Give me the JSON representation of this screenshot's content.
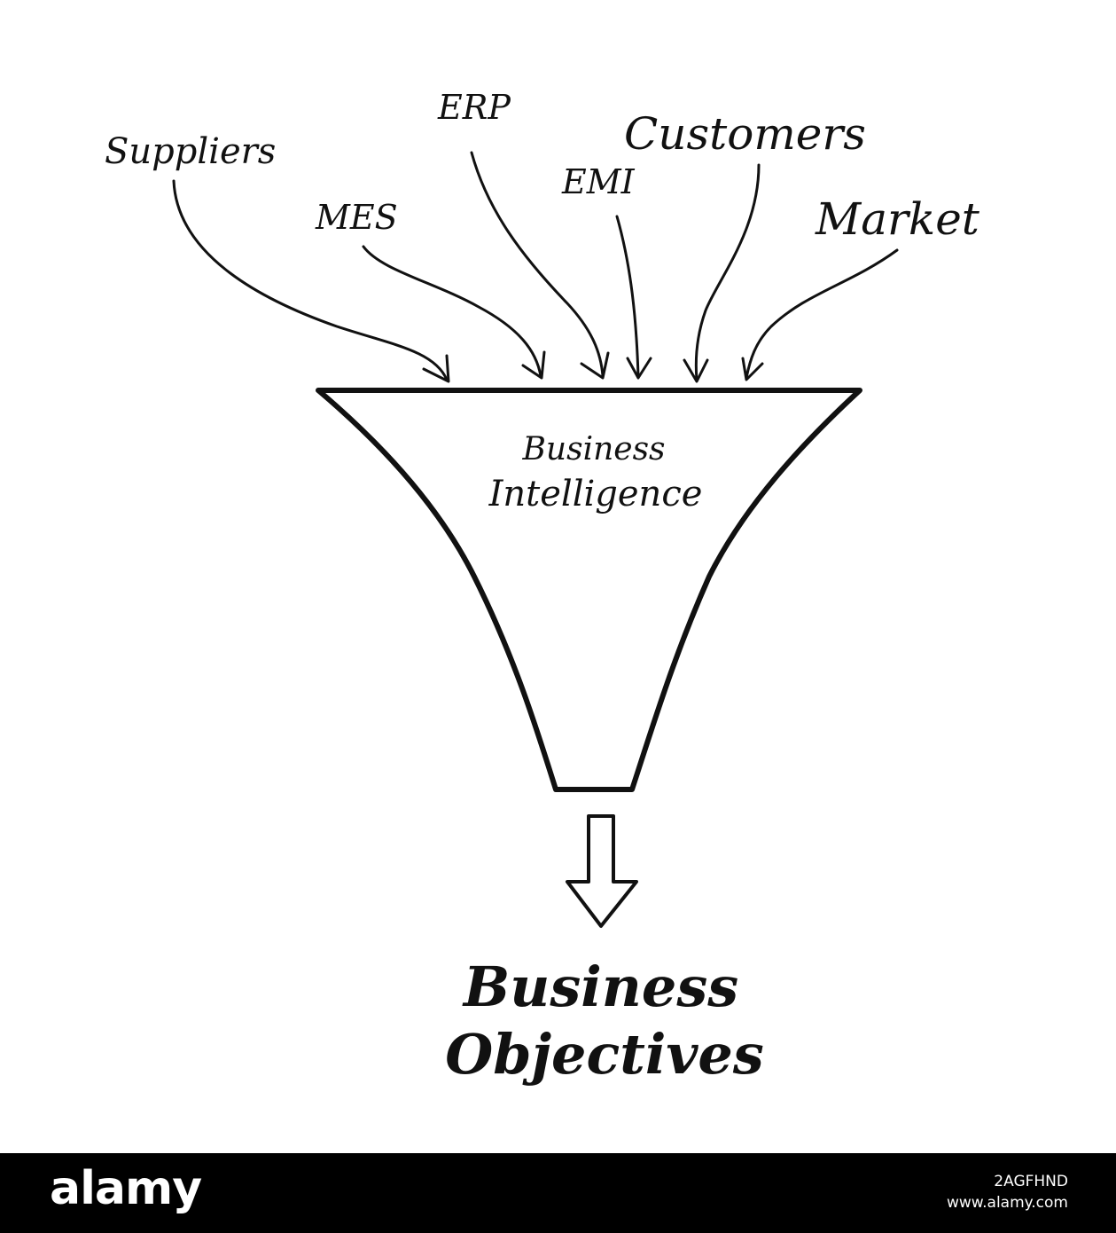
{
  "diagram": {
    "sources": [
      {
        "key": "suppliers",
        "label": "Suppliers"
      },
      {
        "key": "mes",
        "label": "MES"
      },
      {
        "key": "erp",
        "label": "ERP"
      },
      {
        "key": "emi",
        "label": "EMI"
      },
      {
        "key": "customers",
        "label": "Customers"
      },
      {
        "key": "market",
        "label": "Market"
      }
    ],
    "funnel": {
      "line1": "Business",
      "line2": "Intelligence"
    },
    "output": {
      "line1": "Business",
      "line2": "Objectives"
    }
  },
  "watermark": {
    "logo": "alamy",
    "image_id": "2AGFHND",
    "url": "www.alamy.com"
  },
  "colors": {
    "ink": "#111111",
    "background": "#ffffff",
    "footer_bg": "#000000",
    "footer_text": "#ffffff"
  }
}
